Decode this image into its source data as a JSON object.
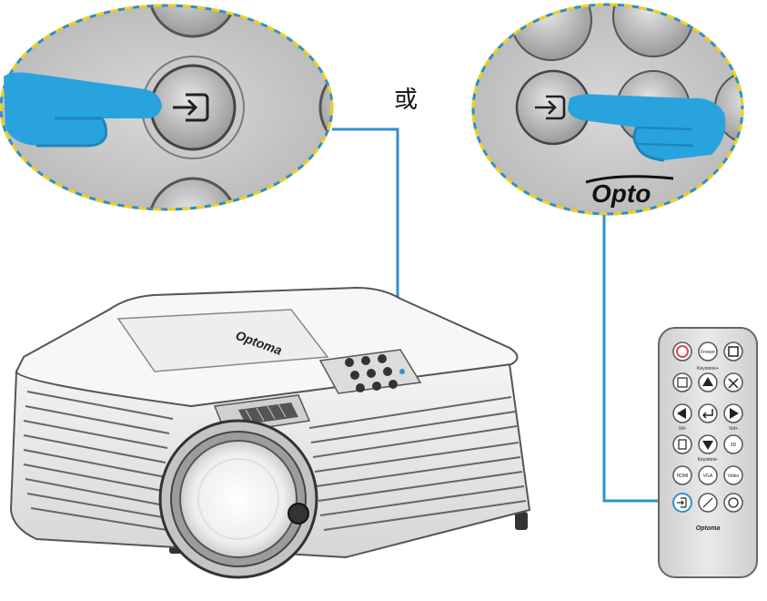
{
  "diagram": {
    "or_label": "或",
    "brand": "Optoma",
    "zoom_brand_partial": "Opto",
    "remote_buttons": {
      "power": "",
      "freeze": "Freeze",
      "keystone_top": "Keystone+",
      "keystone_bottom": "Keystone-",
      "vol_minus": "Vol-",
      "vol_plus": "Vol+",
      "hdmi": "HDMI",
      "vga": "VGA",
      "video": "Video",
      "brand": "Optoma"
    },
    "colors": {
      "hand": "#29a3dd",
      "hand_shadow": "#1e86bb",
      "connector_line": "#2e93c8",
      "zoom_border_yellow": "#f2d11c",
      "zoom_border_blue": "#2e8fc7",
      "power_red": "#e04848"
    }
  }
}
